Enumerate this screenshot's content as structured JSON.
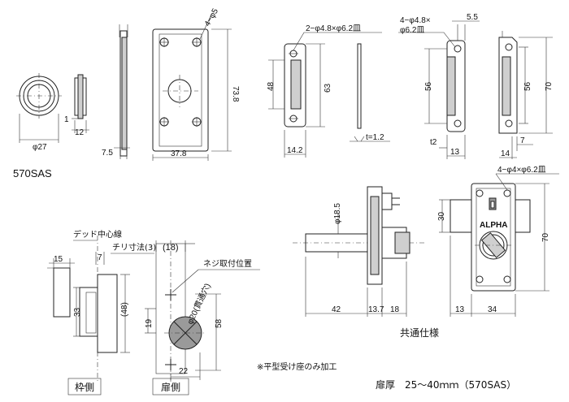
{
  "model_label": "570SAS",
  "strike_flat": {
    "holes_label": "4−φ5",
    "dims": {
      "height": "73.8",
      "dia": "φ27",
      "d1": "1",
      "d12": "12",
      "w7_5": "7.5",
      "w37_8": "37.8"
    }
  },
  "strike_box": {
    "holes_label": "2−φ4.8×φ6.2皿",
    "dims": {
      "h48": "48",
      "h63": "63",
      "w14_2": "14.2",
      "t": "t=1.2"
    }
  },
  "strike_angle": {
    "holes_label_1": "4−φ4.8×",
    "holes_label_2": "φ6.2皿",
    "dims": {
      "d5_5": "5.5",
      "h56": "56",
      "h56b": "56",
      "h70": "70",
      "t2": "t2",
      "w13": "13",
      "w7": "7",
      "w14": "14"
    }
  },
  "common": {
    "title": "共通仕様",
    "holes_label": "4−φ4×φ6.2皿",
    "brand": "ALPHA",
    "dims": {
      "dia": "φ18.5",
      "h30": "30",
      "h70": "70",
      "w42": "42",
      "w13_7": "13.7",
      "w18": "18",
      "w13": "13",
      "w34": "34"
    }
  },
  "cutout": {
    "deadbolt_center": "デッド中心線",
    "backset_note": "チリ寸法(3)",
    "d18": "(18)",
    "screw_pos": "ネジ取付位置",
    "bore": "φ20(貫通穴)",
    "dims": {
      "d15": "15",
      "d7": "7",
      "d33": "33",
      "d48": "(48)",
      "d19": "19",
      "d58": "58",
      "d22": "22"
    },
    "frame_side": "枠側",
    "door_side": "扉側"
  },
  "note": "※平型受け座のみ加工",
  "door_thickness": "扉厚　25〜40ｍｍ（570SAS）"
}
